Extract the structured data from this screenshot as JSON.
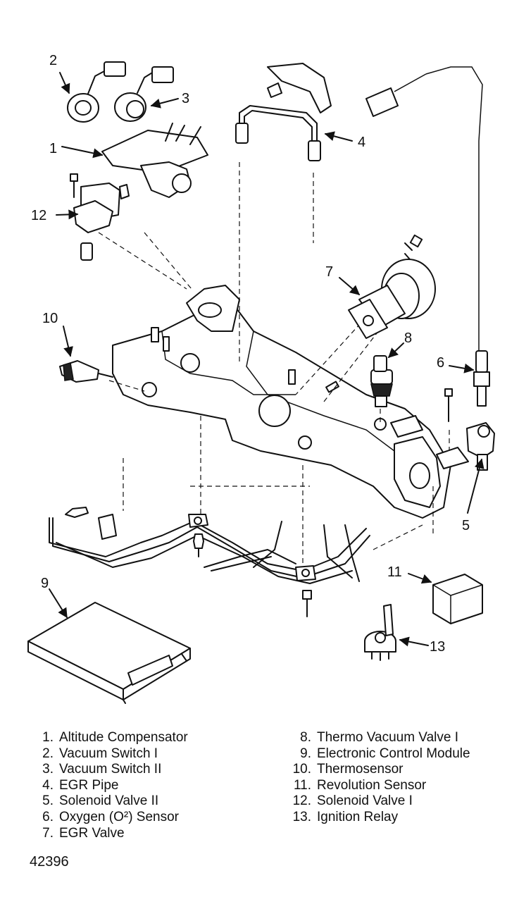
{
  "diagram": {
    "callouts": [
      "1",
      "2",
      "3",
      "4",
      "5",
      "6",
      "7",
      "8",
      "9",
      "10",
      "11",
      "12",
      "13"
    ]
  },
  "legend": {
    "left": [
      {
        "num": "1.",
        "label": "Altitude Compensator"
      },
      {
        "num": "2.",
        "label": "Vacuum Switch I"
      },
      {
        "num": "3.",
        "label": "Vacuum Switch II"
      },
      {
        "num": "4.",
        "label": "EGR Pipe"
      },
      {
        "num": "5.",
        "label": "Solenoid Valve II"
      },
      {
        "num": "6.",
        "label": "Oxygen (O²) Sensor"
      },
      {
        "num": "7.",
        "label": "EGR Valve"
      }
    ],
    "right": [
      {
        "num": "8.",
        "label": "Thermo Vacuum Valve I"
      },
      {
        "num": "9.",
        "label": "Electronic Control Module"
      },
      {
        "num": "10.",
        "label": "Thermosensor"
      },
      {
        "num": "11.",
        "label": "Revolution Sensor"
      },
      {
        "num": "12.",
        "label": "Solenoid Valve I"
      },
      {
        "num": "13.",
        "label": "Ignition Relay"
      }
    ]
  },
  "figure_number": "42396"
}
